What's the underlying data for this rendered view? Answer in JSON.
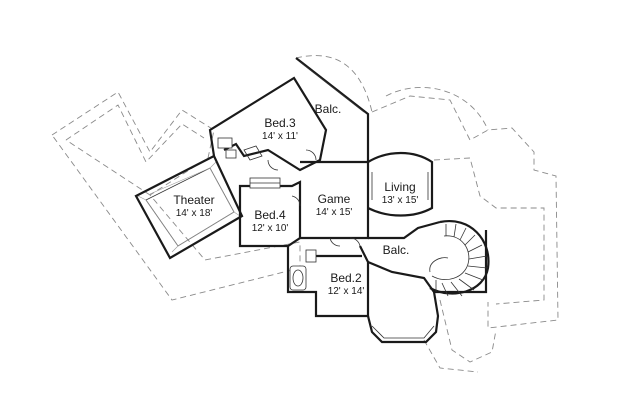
{
  "rooms": {
    "balc_top": {
      "name": "Balc."
    },
    "bed3": {
      "name": "Bed.3",
      "dims": "14' x 11'"
    },
    "theater": {
      "name": "Theater",
      "dims": "14' x 18'"
    },
    "bed4": {
      "name": "Bed.4",
      "dims": "12' x 10'"
    },
    "game": {
      "name": "Game",
      "dims": "14' x 15'"
    },
    "living": {
      "name": "Living",
      "dims": "13' x 15'"
    },
    "balc_mid": {
      "name": "Balc."
    },
    "bed2": {
      "name": "Bed.2",
      "dims": "12' x 14'"
    }
  }
}
